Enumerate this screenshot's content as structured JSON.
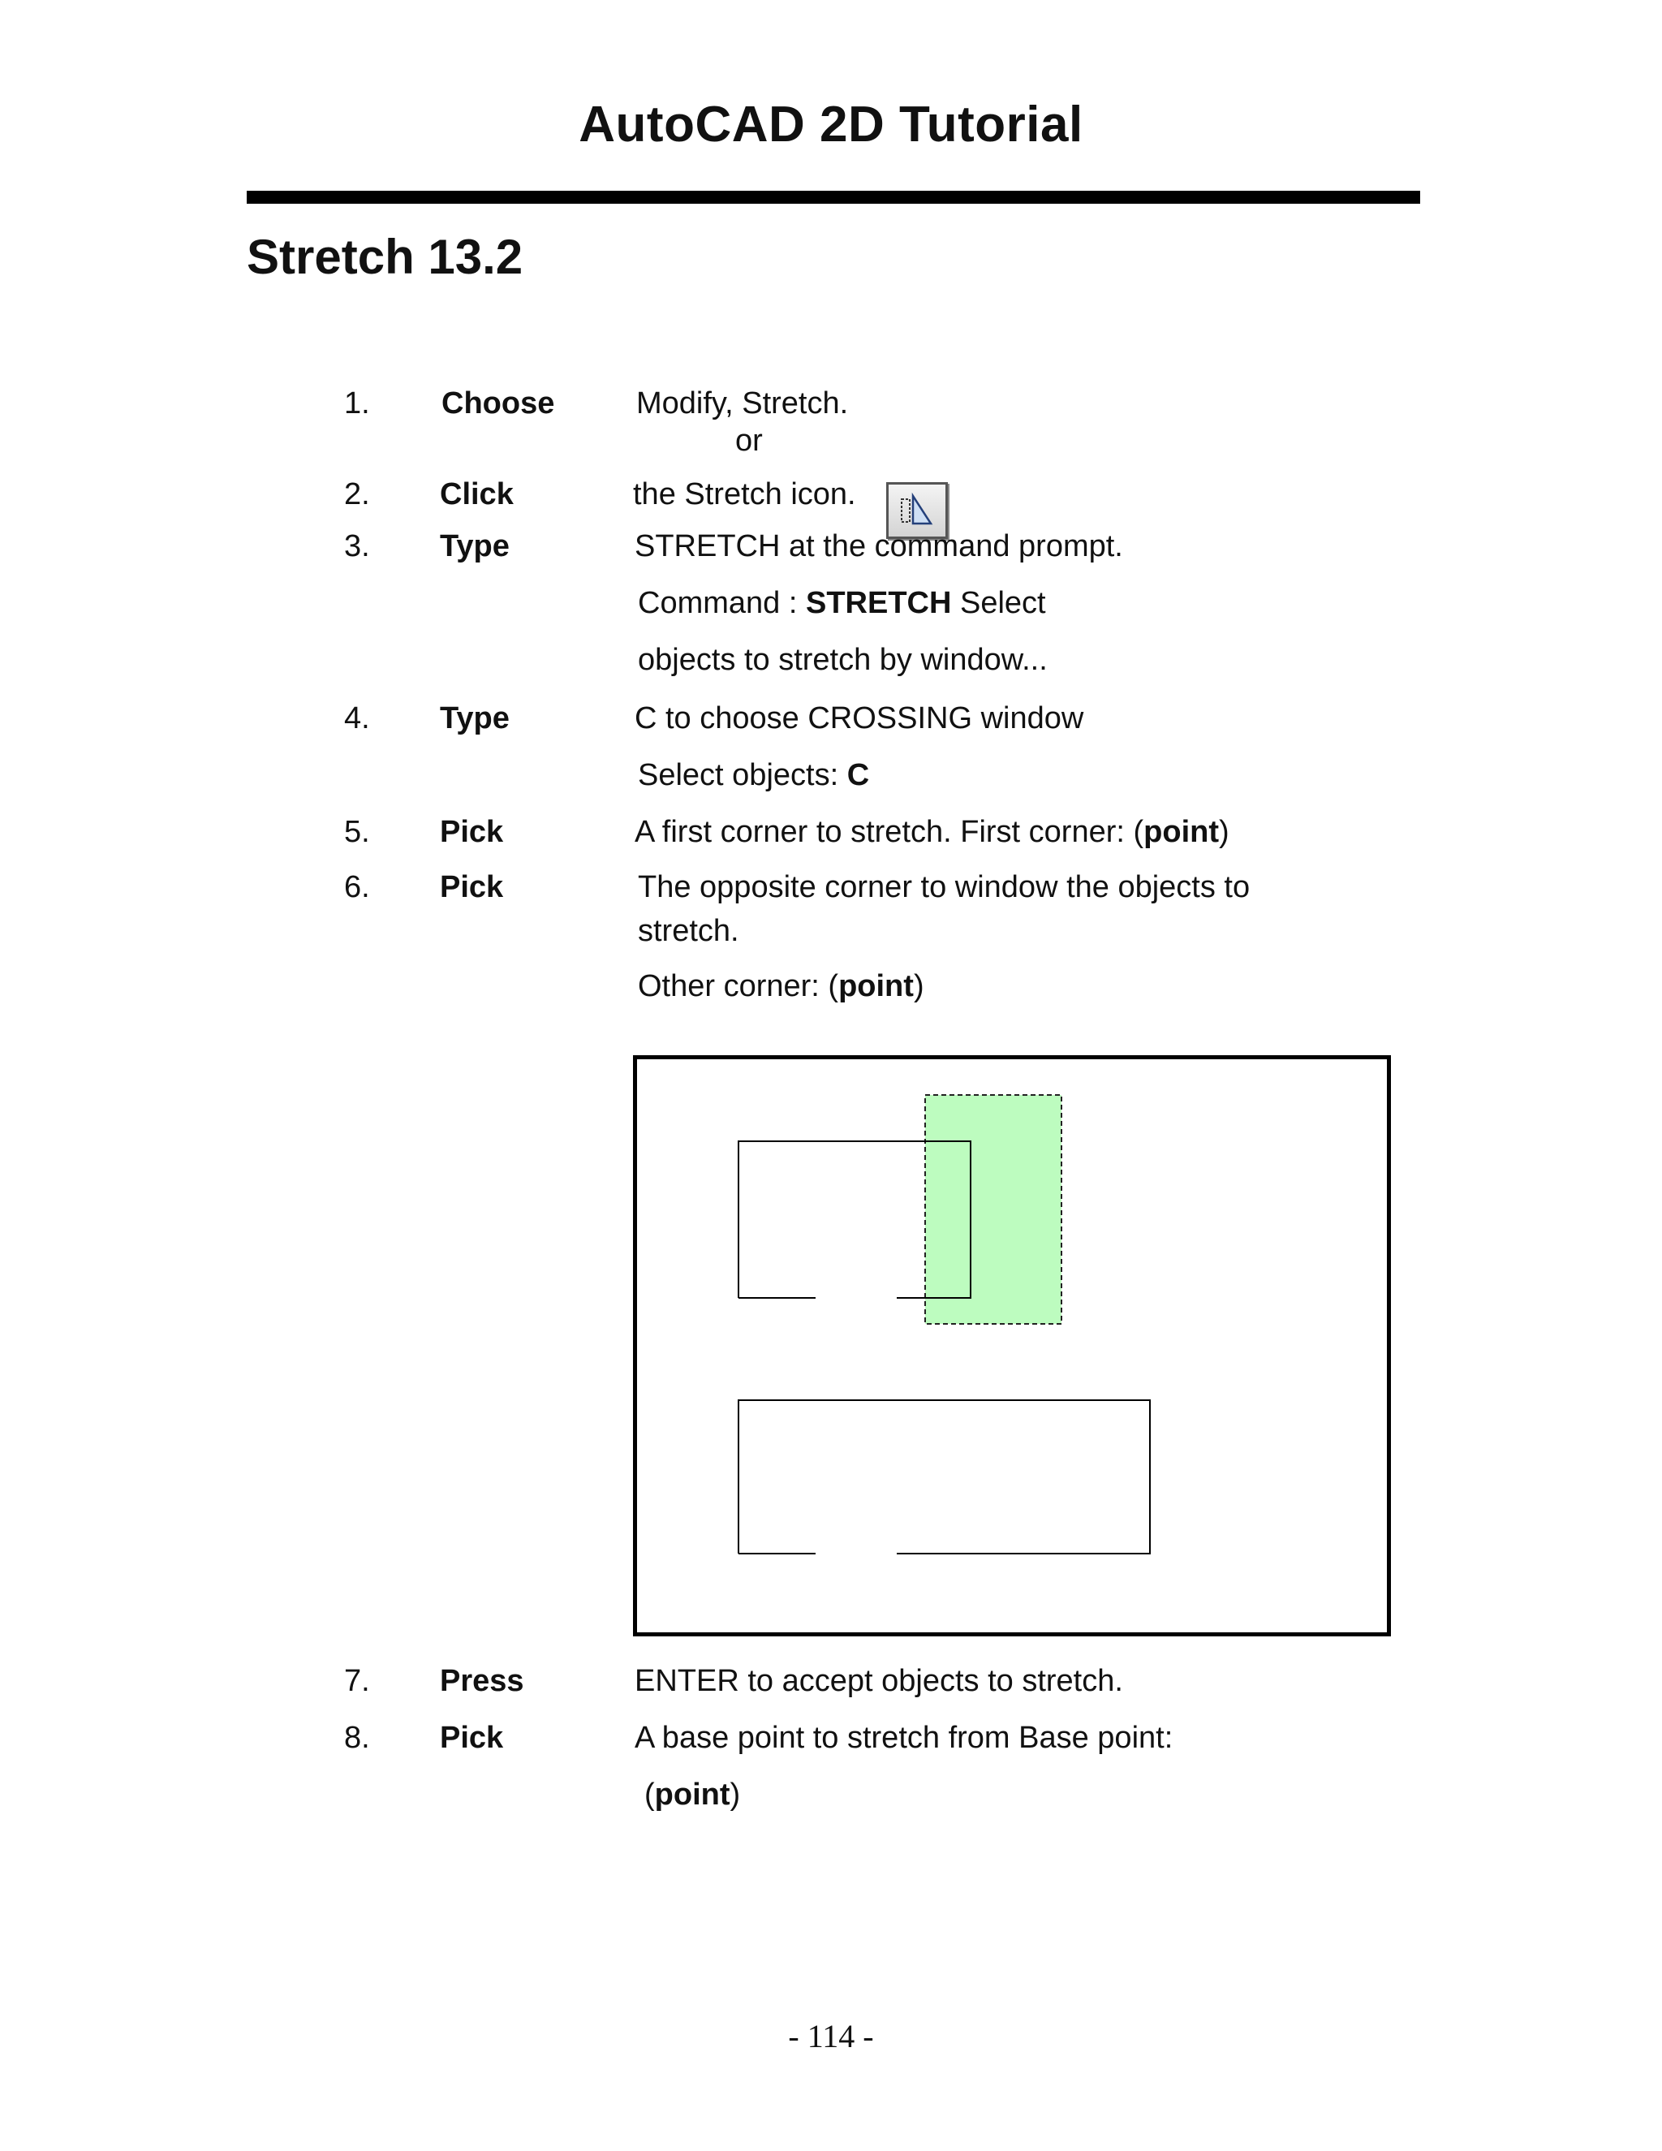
{
  "header": {
    "title": "AutoCAD 2D Tutorial"
  },
  "section": {
    "title": "Stretch 13.2"
  },
  "steps": [
    {
      "num": "1.",
      "verb": "Choose",
      "lines": [
        "Modify, Stretch."
      ]
    },
    {
      "or": "or"
    },
    {
      "num": "2.",
      "verb": "Click",
      "lines": [
        "the Stretch icon."
      ]
    },
    {
      "num": "3.",
      "verb": "Type",
      "lines": [
        "STRETCH at the command prompt.",
        "Command : ",
        "STRETCH",
        " Select",
        "objects to stretch by window..."
      ]
    },
    {
      "num": "4.",
      "verb": "Type",
      "lines": [
        "C to choose CROSSING window",
        "Select objects: ",
        "C"
      ]
    },
    {
      "num": "5.",
      "verb": "Pick",
      "lines": [
        "A first corner to stretch. First corner: (",
        "point",
        ")"
      ]
    },
    {
      "num": "6.",
      "verb": "Pick",
      "lines": [
        "The opposite corner to window the objects to",
        "stretch.",
        "Other corner: (",
        "point",
        ")"
      ]
    },
    {
      "num": "7.",
      "verb": "Press",
      "lines": [
        "ENTER to accept objects to stretch."
      ]
    },
    {
      "num": "8.",
      "verb": "Pick",
      "lines": [
        "A base point to stretch from Base point:",
        "(",
        "point",
        ")"
      ]
    }
  ],
  "icons": {
    "stretch": "stretch-icon"
  },
  "figure": {
    "selection_fill": "#bdfcbf",
    "stroke": "#000000"
  },
  "footer": {
    "page_number": "- 114 -"
  }
}
